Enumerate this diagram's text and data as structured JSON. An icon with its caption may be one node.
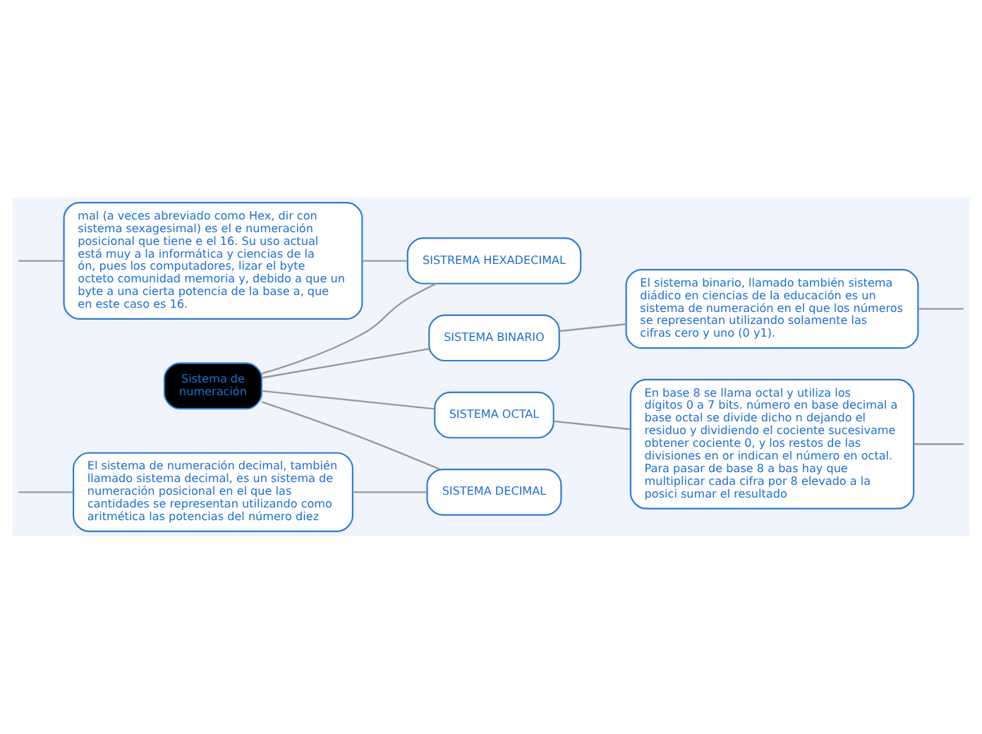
{
  "diagram": {
    "nodes": [
      {
        "text": [
          "Sistema de numeración"
        ]
      },
      {
        "text": [
          "SISTREMA HEXADECIMAL"
        ]
      },
      {
        "text": [
          "mal (a veces abreviado como Hex, dir con sistema sexagesimal) es el e numeración posicional que tiene e el 16. Su uso actual está muy a la informática y ciencias de la ón, pues los computadores, lizar el byte octeto comunidad memoria y, debido a que un byte a una cierta potencia de la base a, que en este caso es 16."
        ]
      },
      {
        "text": [
          "SISTEMA BINARIO"
        ]
      },
      {
        "text": [
          "El sistema binario, llamado también sistema diádico en ciencias de la educación es un sistema de numeración en el que los números se representan utilizando solamente las cifras cero y uno (0 y1)."
        ]
      },
      {
        "text": [
          "SISTEMA DECIMAL"
        ]
      },
      {
        "text": [
          "El sistema de numeración decimal, también llamado sistema decimal, es un sistema de numeración posicional en el que las cantidades se representan utilizando como aritmética las potencias del número diez"
        ]
      },
      {
        "text": [
          "SISTEMA OCTAL"
        ]
      },
      {
        "text": [
          "En base 8 se llama octal y utiliza los dígitos 0 a 7 bits. número en base decimal a base octal se divide dicho n dejando el residuo y dividiendo el cociente sucesivame obtener cociente 0, y los restos de las divisiones en or indican el número en octal. Para pasar de base 8 a bas hay que multiplicar cada cifra por 8 elevado a la posici sumar el resultado"
        ]
      }
    ],
    "edges": [
      {
        "from": 0,
        "to": 1,
        "arrow": "none"
      },
      {
        "from": 1,
        "to": 2,
        "arrow": "none"
      },
      {
        "from": 2,
        "to": null,
        "arrow": "none"
      },
      {
        "from": 0,
        "to": 3,
        "arrow": "none"
      },
      {
        "from": 3,
        "to": 4,
        "arrow": "none"
      },
      {
        "from": 4,
        "to": null,
        "arrow": "none"
      },
      {
        "from": 0,
        "to": 5,
        "arrow": "none"
      },
      {
        "from": 5,
        "to": 6,
        "arrow": "none"
      },
      {
        "from": 6,
        "to": null,
        "arrow": "none"
      },
      {
        "from": 0,
        "to": 7,
        "arrow": "none"
      },
      {
        "from": 7,
        "to": 8,
        "arrow": "none"
      },
      {
        "from": 8,
        "to": null,
        "arrow": "none"
      }
    ]
  }
}
